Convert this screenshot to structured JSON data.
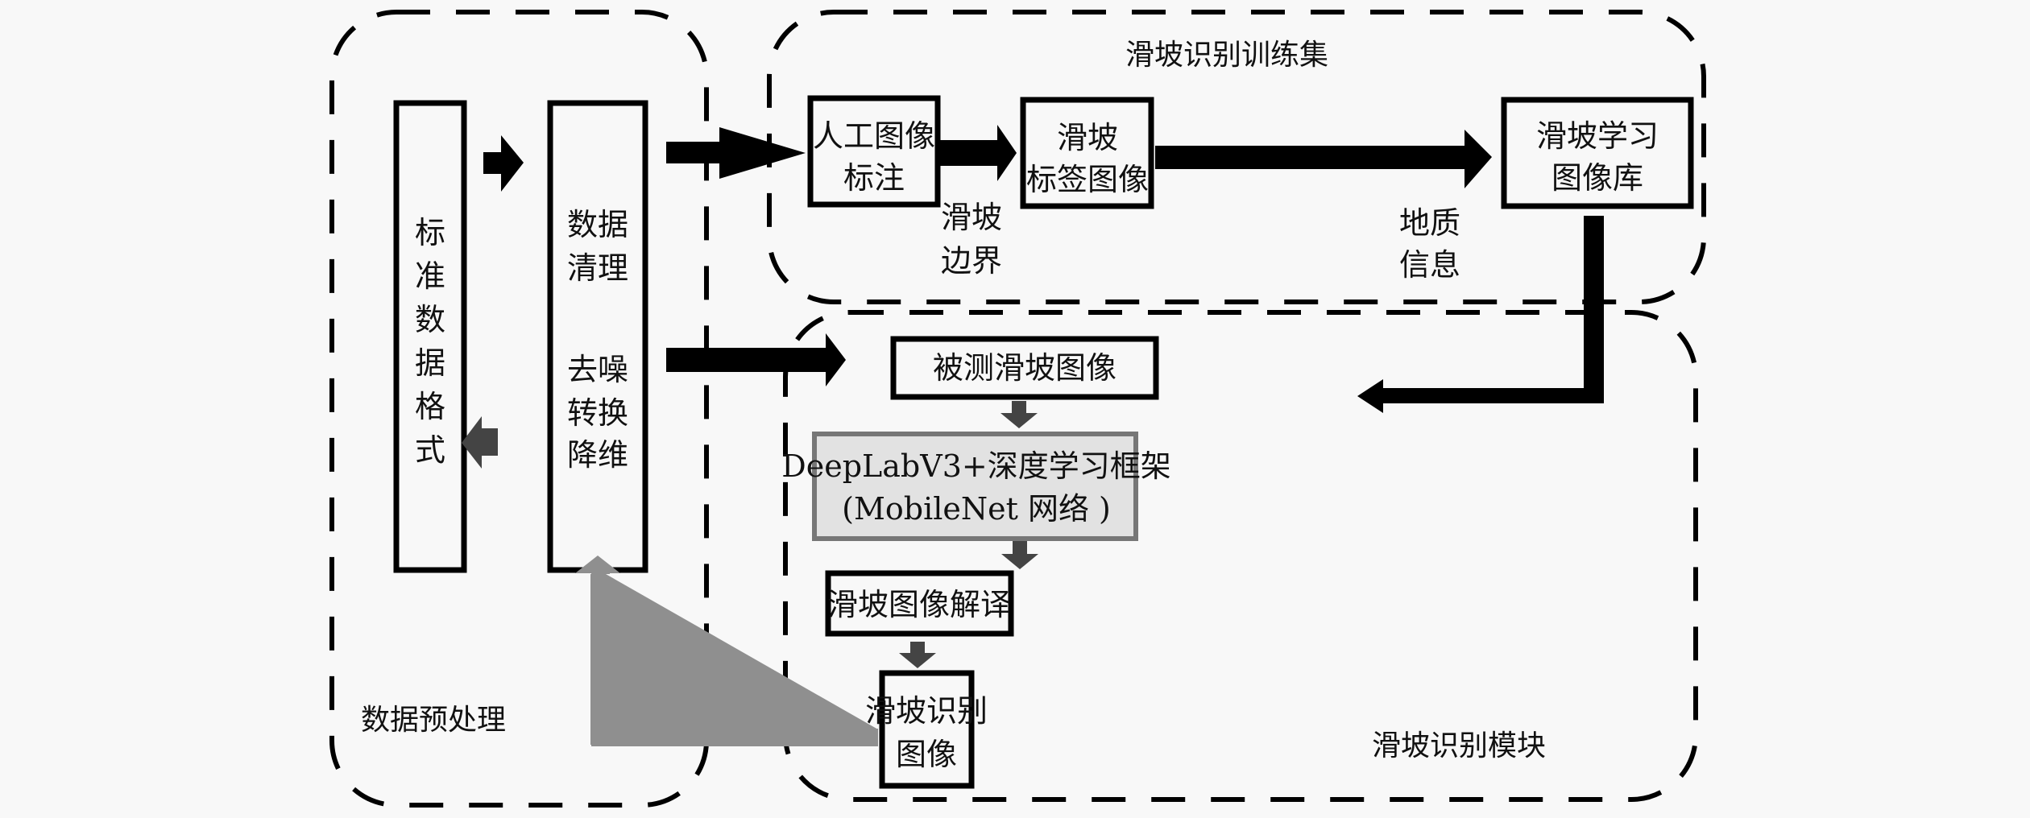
{
  "groups": {
    "preprocess": "数据预处理",
    "training": "滑坡识别训练集",
    "recognition": "滑坡识别模块"
  },
  "nodes": {
    "standard_format": [
      "标",
      "准",
      "数",
      "据",
      "格",
      "式"
    ],
    "data_cleaning": {
      "line1": "数据",
      "line2": "清理",
      "line3": "去噪",
      "line4": "转换",
      "line5": "降维"
    },
    "manual_annotation": {
      "line1": "人工图像",
      "line2": "标注"
    },
    "label_image": {
      "line1": "滑坡",
      "line2": "标签图像"
    },
    "learning_library": {
      "line1": "滑坡学习",
      "line2": "图像库"
    },
    "tested_image": "被测滑坡图像",
    "deeplab": {
      "line1": "DeepLabV3+深度学习框架",
      "line2": "(MobileNet 网络 )"
    },
    "interpretation": "滑坡图像解译",
    "recognition_image": {
      "line1": "滑坡识别",
      "line2": "图像"
    }
  },
  "edge_labels": {
    "boundary": {
      "line1": "滑坡",
      "line2": "边界"
    },
    "geology": {
      "line1": "地质",
      "line2": "信息"
    }
  },
  "colors": {
    "background": "#f8f8f8",
    "primary_arrow": "#000000",
    "internal_arrow": "#444444",
    "feedback_arrow": "#8f8f8f",
    "model_box_fill": "#e2e2e2"
  }
}
